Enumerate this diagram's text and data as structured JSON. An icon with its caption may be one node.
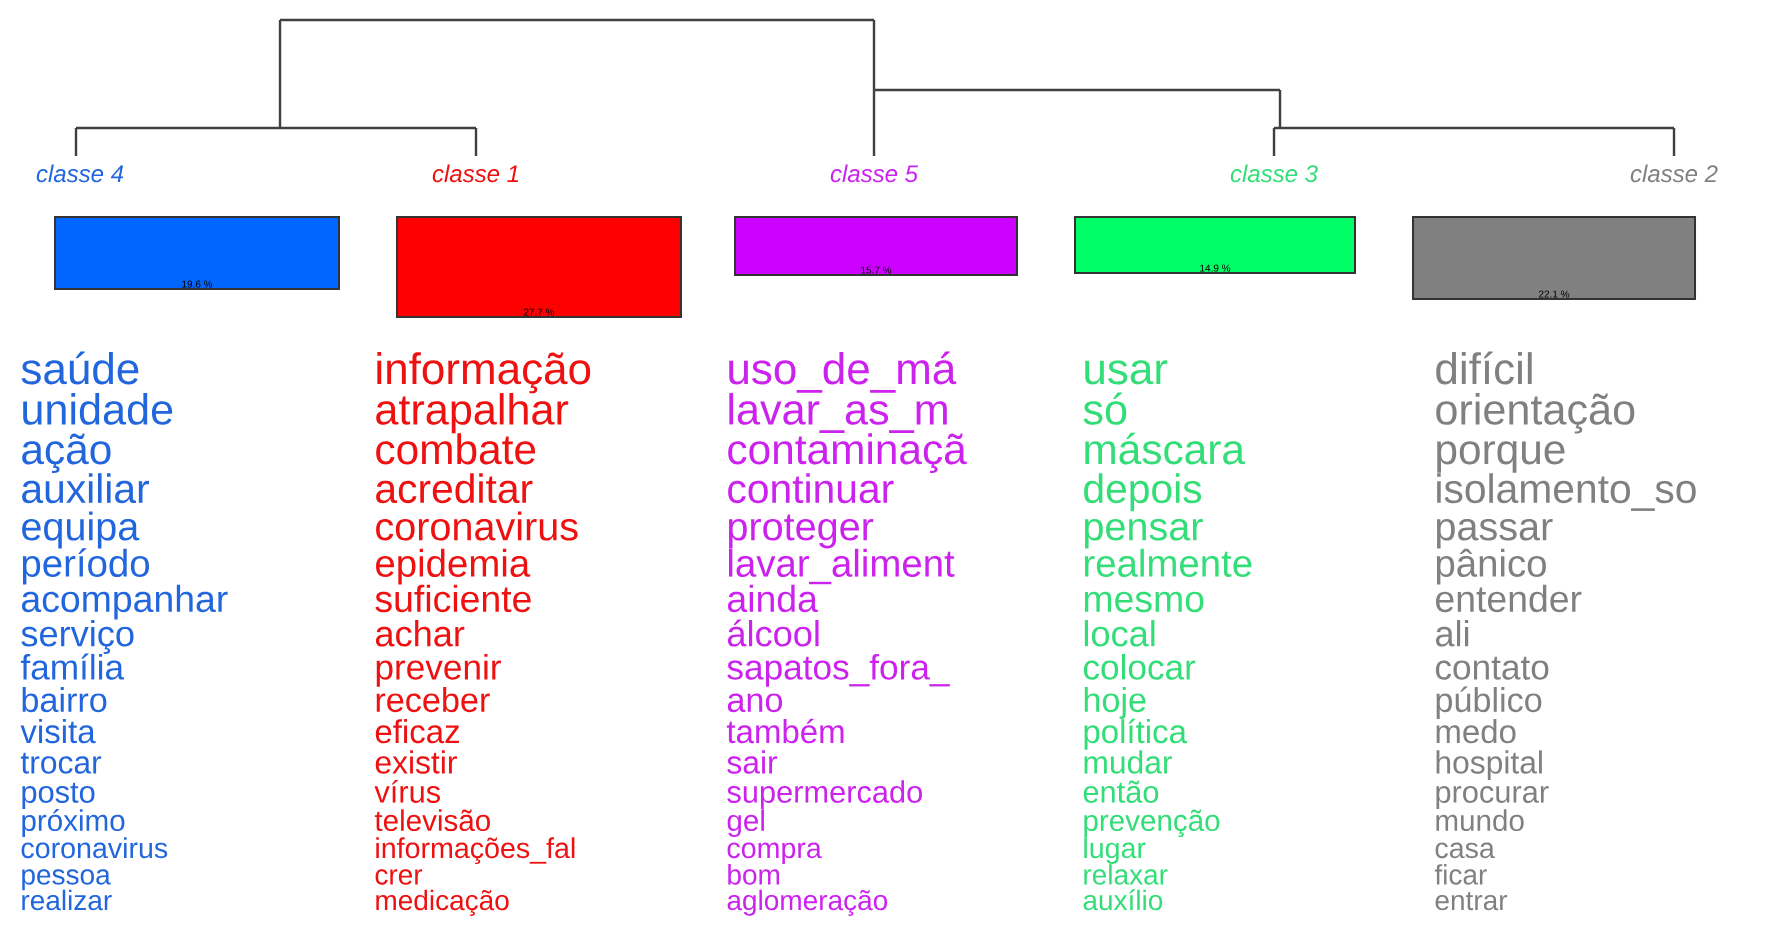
{
  "diagram": {
    "nodes": [
      {
        "text": [
          "classe 4",
          "19.6 %"
        ],
        "beside": [
          "saúde",
          "unidade",
          "ação",
          "auxiliar",
          "equipa",
          "período",
          "acompanhar",
          "serviço",
          "família",
          "bairro",
          "visita",
          "trocar",
          "posto",
          "próximo",
          "coronavirus",
          "pessoa",
          "realizar"
        ]
      },
      {
        "text": [
          "classe 1",
          "27.7 %"
        ],
        "beside": [
          "informação",
          "atrapalhar",
          "combate",
          "acreditar",
          "coronavirus",
          "epidemia",
          "suficiente",
          "achar",
          "prevenir",
          "receber",
          "eficaz",
          "existir",
          "vírus",
          "televisão",
          "informações_fal",
          "crer",
          "medicação"
        ]
      },
      {
        "text": [
          "classe 5",
          "15.7 %"
        ],
        "beside": [
          "uso_de_má",
          "lavar_as_m",
          "contaminaçã",
          "continuar",
          "proteger",
          "lavar_aliment",
          "ainda",
          "álcool",
          "sapatos_fora_",
          "ano",
          "também",
          "sair",
          "supermercado",
          "gel",
          "compra",
          "bom",
          "aglomeração"
        ]
      },
      {
        "text": [
          "classe 3",
          "14.9 %"
        ],
        "beside": [
          "usar",
          "só",
          "máscara",
          "depois",
          "pensar",
          "realmente",
          "mesmo",
          "local",
          "colocar",
          "hoje",
          "política",
          "mudar",
          "então",
          "prevenção",
          "lugar",
          "relaxar",
          "auxílio"
        ]
      },
      {
        "text": [
          "classe 2",
          "22.1 %"
        ],
        "beside": [
          "difícil",
          "orientação",
          "porque",
          "isolamento_so",
          "passar",
          "pânico",
          "entender",
          "ali",
          "contato",
          "público",
          "medo",
          "hospital",
          "procurar",
          "mundo",
          "casa",
          "ficar",
          "entrar"
        ]
      }
    ]
  }
}
